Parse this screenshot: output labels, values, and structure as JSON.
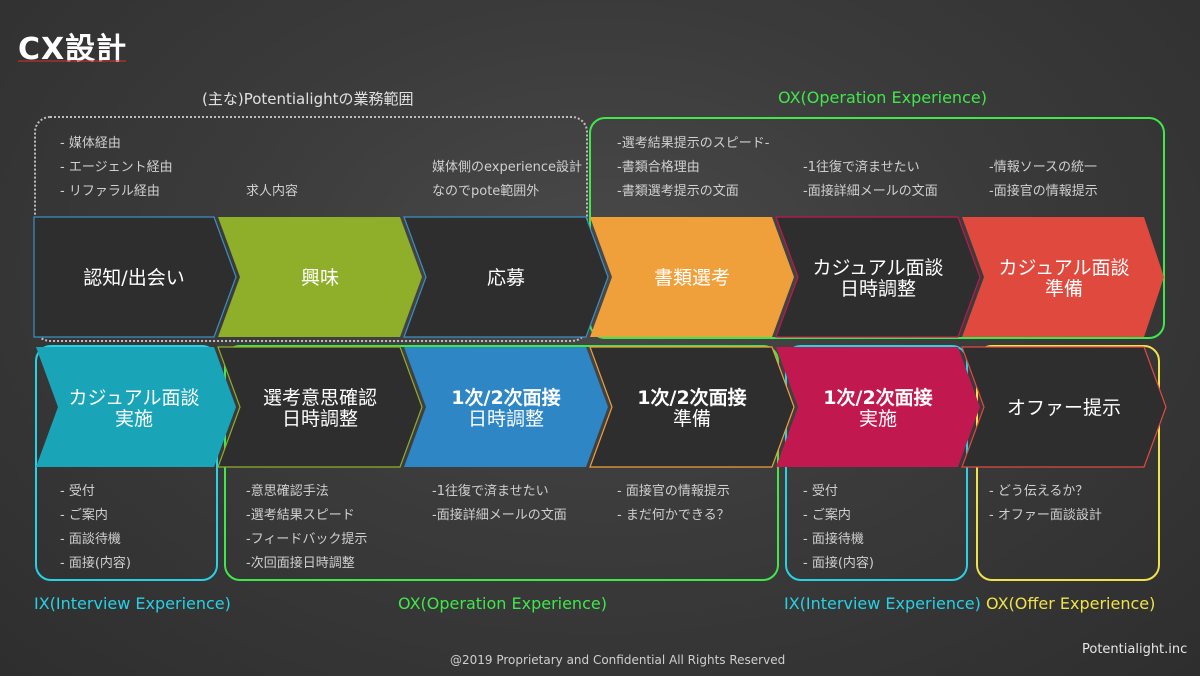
{
  "title": "CX設計",
  "top_scope_label": "(主な)Potentialightの業務範囲",
  "ox_top_label": "OX(Operation Experience)",
  "colors": {
    "awareness": "#2e2e2e",
    "interest": "#8fae2a",
    "apply": "#2e2e2e",
    "screening": "#f0a03a",
    "casual_schedule": "#2e2e2e",
    "casual_prep": "#e04a3e",
    "casual_exec": "#1aa4b8",
    "intent": "#2e2e2e",
    "interview_schedule": "#2e86c4",
    "interview_prep": "#2e2e2e",
    "interview_exec": "#c0184f",
    "offer": "#2e2e2e",
    "ox_green": "#3fe84a",
    "ix_cyan": "#27d1e6",
    "offer_yellow": "#f0e24a"
  },
  "top_notes": {
    "col1": [
      "- 媒体経由",
      "- エージェント経由",
      "- リファラル経由"
    ],
    "col2": [
      "求人内容"
    ],
    "col3": [
      "媒体側のexperience設計",
      "なのでpote範囲外"
    ],
    "col4": [
      "-選考結果提示のスピード-",
      "-書類合格理由",
      "-書類選考提示の文面"
    ],
    "col5": [
      "-1往復で済ませたい",
      "-面接詳細メールの文面"
    ],
    "col6": [
      "-情報ソースの統一",
      "-面接官の情報提示"
    ]
  },
  "top_steps": [
    {
      "line1": "認知/出会い",
      "line2": ""
    },
    {
      "line1": "興味",
      "line2": ""
    },
    {
      "line1": "応募",
      "line2": ""
    },
    {
      "line1": "書類選考",
      "line2": ""
    },
    {
      "line1": "カジュアル面談",
      "line2": "日時調整"
    },
    {
      "line1": "カジュアル面談",
      "line2": "準備"
    }
  ],
  "bottom_steps": [
    {
      "line1": "カジュアル面談",
      "line2": "実施"
    },
    {
      "line1": "選考意思確認",
      "line2": "日時調整"
    },
    {
      "line1": "1次/2次面接",
      "line2": "日時調整"
    },
    {
      "line1": "1次/2次面接",
      "line2": "準備"
    },
    {
      "line1": "1次/2次面接",
      "line2": "実施"
    },
    {
      "line1": "オファー提示",
      "line2": ""
    }
  ],
  "bottom_notes": {
    "col1": [
      "- 受付",
      "- ご案内",
      "- 面談待機",
      "- 面接(内容)"
    ],
    "col2": [
      "-意思確認手法",
      "-選考結果スピード",
      "-フィードバック提示",
      "-次回面接日時調整"
    ],
    "col3": [
      "-1往復で済ませたい",
      "-面接詳細メールの文面"
    ],
    "col4": [
      "- 面接官の情報提示",
      "- まだ何かできる？"
    ],
    "col5": [
      "- 受付",
      "- ご案内",
      "- 面接待機",
      "- 面接(内容)"
    ],
    "col6": [
      "- どう伝えるか？",
      "- オファー面談設計"
    ]
  },
  "bottom_labels": {
    "ix1": "IX(Interview Experience)",
    "ox": "OX(Operation Experience)",
    "ix2": "IX(Interview Experience)",
    "offer": "OX(Offer Experience)"
  },
  "footer": "@2019 Proprietary and Confidential All Rights Reserved",
  "brand": "Potentialight.inc"
}
